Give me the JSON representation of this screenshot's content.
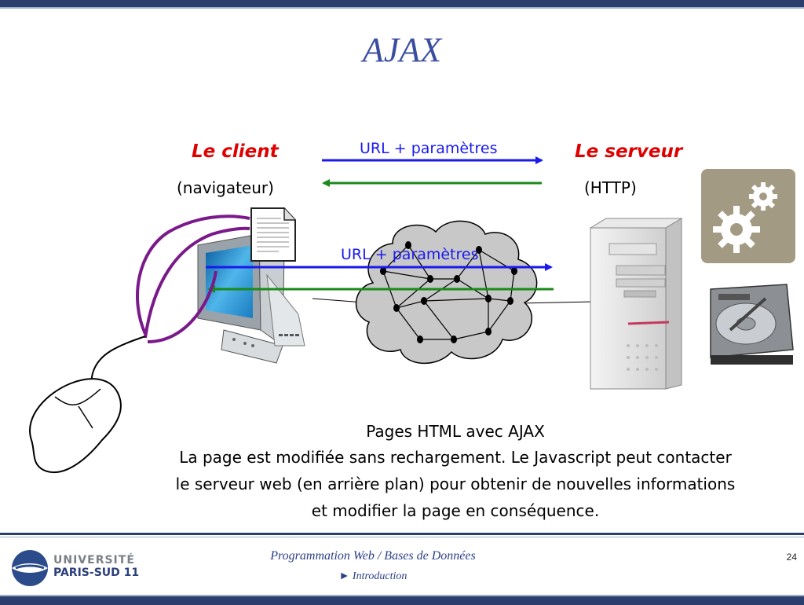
{
  "slide": {
    "title": "AJAX",
    "client_label": "Le client",
    "client_sub": "(navigateur)",
    "server_label": "Le serveur",
    "server_sub": "(HTTP)",
    "top_arrow_label": "URL + paramètres",
    "mid_arrow_label": "URL + paramètres",
    "caption_line1": "Pages HTML avec AJAX",
    "caption_line2": "La page est modifiée sans rechargement. Le Javascript peut contacter",
    "caption_line3": "le serveur web (en arrière plan) pour obtenir de nouvelles informations",
    "caption_line4": "et modifier la page en conséquence."
  },
  "footer": {
    "course": "Programmation Web / Bases de Données",
    "section": "► Introduction",
    "page_number": "24",
    "logo_line1": "UNIVERSITÉ",
    "logo_line2": "PARIS-SUD 11"
  },
  "colors": {
    "title": "#3a4ea0",
    "role": "#e00000",
    "request_arrow": "#1a1aee",
    "response_arrow": "#1a8a1a",
    "mouse_cable": "#7a1a8a",
    "bar": "#2b3f6e"
  },
  "icons": [
    "document-icon",
    "monitor-icon",
    "mouse-icon",
    "network-cloud-icon",
    "server-tower-icon",
    "gears-icon",
    "hard-drive-icon",
    "university-logo-icon"
  ]
}
